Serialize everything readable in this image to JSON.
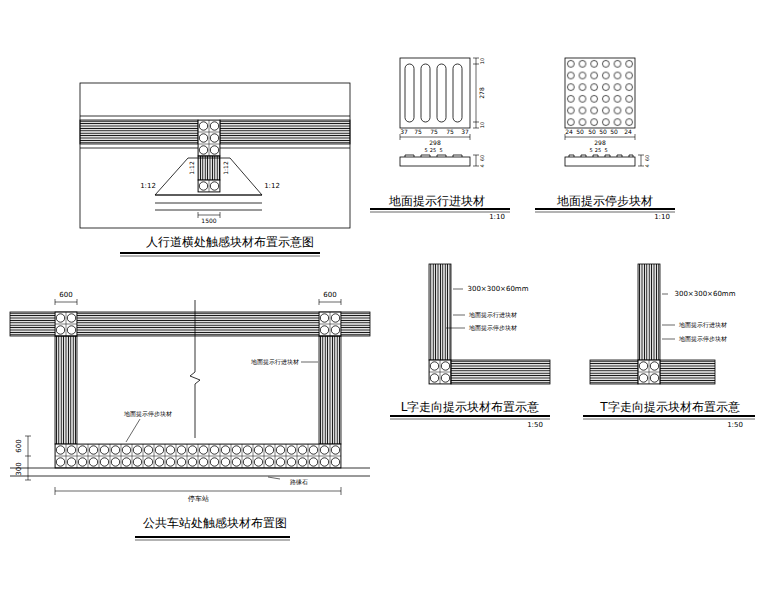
{
  "diagram": {
    "labels": [
      "1:12",
      "1:12",
      "1:12",
      "1:12",
      "1500",
      "人行道横处触感块材布置示意图",
      "10",
      "278",
      "10",
      "37",
      "75",
      "75",
      "75",
      "37",
      "298",
      "5",
      "25",
      "5",
      "60",
      "4",
      "地面提示行进块材",
      "1:10",
      "24",
      "50",
      "50",
      "50",
      "50",
      "24",
      "298",
      "5",
      "25",
      "5",
      "60",
      "4",
      "地面提示停步块材",
      "1:10",
      "600",
      "600",
      "地面提示行进块材",
      "地面提示停步块材",
      "600",
      "300",
      "停车站",
      "路缘石",
      "公共车站处触感块材布置图",
      "300×300×60mm",
      "地面提示行进块材",
      "地面提示停步块材",
      "L字走向提示块材布置示意",
      "1:50",
      "300×300×60mm",
      "地面提示行进块材",
      "地面提示停步块材",
      "T字走向提示块材布置示意",
      "1:50"
    ]
  }
}
